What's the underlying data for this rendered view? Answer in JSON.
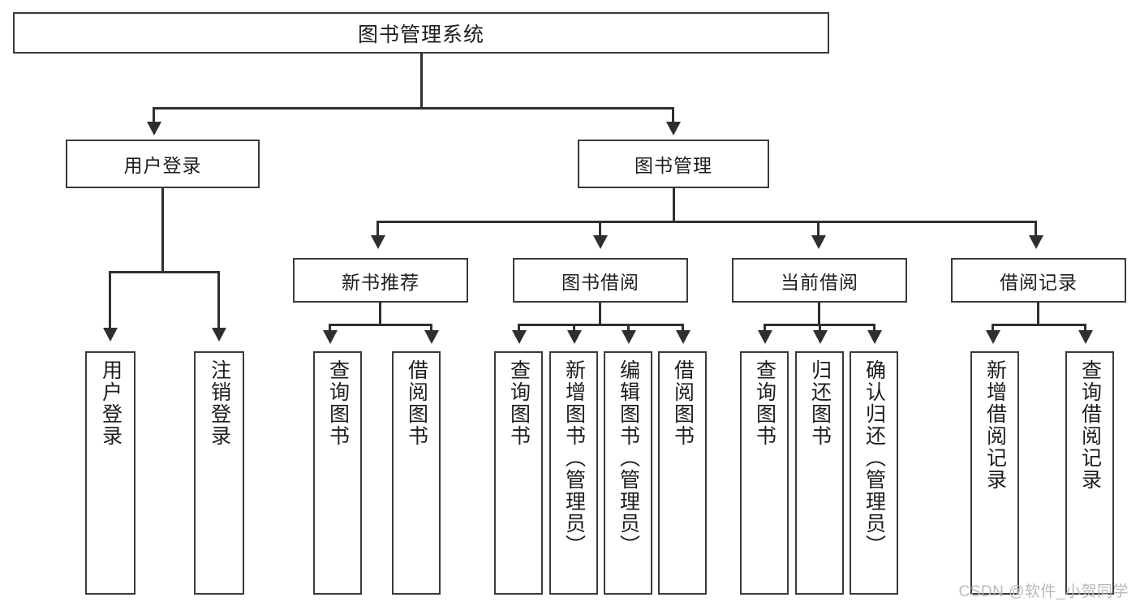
{
  "diagram": {
    "type": "tree",
    "title": "图书管理系统",
    "root": {
      "label": "图书管理系统"
    },
    "level2": [
      {
        "id": "user-login",
        "label": "用户登录"
      },
      {
        "id": "book-manage",
        "label": "图书管理"
      }
    ],
    "level3": [
      {
        "id": "new-book-recommend",
        "label": "新书推荐",
        "parent": "book-manage"
      },
      {
        "id": "book-borrow",
        "label": "图书借阅",
        "parent": "book-manage"
      },
      {
        "id": "current-borrow",
        "label": "当前借阅",
        "parent": "book-manage"
      },
      {
        "id": "borrow-record",
        "label": "借阅记录",
        "parent": "book-manage"
      }
    ],
    "leaves": {
      "user_login": [
        {
          "id": "leaf-user-login",
          "label": "用户登录"
        },
        {
          "id": "leaf-logout-login",
          "label": "注销登录"
        }
      ],
      "new_book_recommend": [
        {
          "id": "leaf-query-book-1",
          "label": "查询图书"
        },
        {
          "id": "leaf-borrow-book-1",
          "label": "借阅图书"
        }
      ],
      "book_borrow": [
        {
          "id": "leaf-query-book-2",
          "label": "查询图书"
        },
        {
          "id": "leaf-add-book",
          "label": "新增图书（管理员）"
        },
        {
          "id": "leaf-edit-book",
          "label": "编辑图书（管理员）"
        },
        {
          "id": "leaf-borrow-book-2",
          "label": "借阅图书"
        }
      ],
      "current_borrow": [
        {
          "id": "leaf-query-book-3",
          "label": "查询图书"
        },
        {
          "id": "leaf-return-book",
          "label": "归还图书"
        },
        {
          "id": "leaf-confirm-return",
          "label": "确认归还（管理员）"
        }
      ],
      "borrow_record": [
        {
          "id": "leaf-add-record",
          "label": "新增借阅记录"
        },
        {
          "id": "leaf-query-record",
          "label": "查询借阅记录"
        }
      ]
    }
  },
  "watermark": {
    "text": "CSDN @软件_小贺同学"
  },
  "colors": {
    "box_border": "#3a3a3a",
    "line": "#2f2f2f",
    "text": "#1d1d1d",
    "background": "#ffffff",
    "watermark": "#b9b9b9"
  }
}
